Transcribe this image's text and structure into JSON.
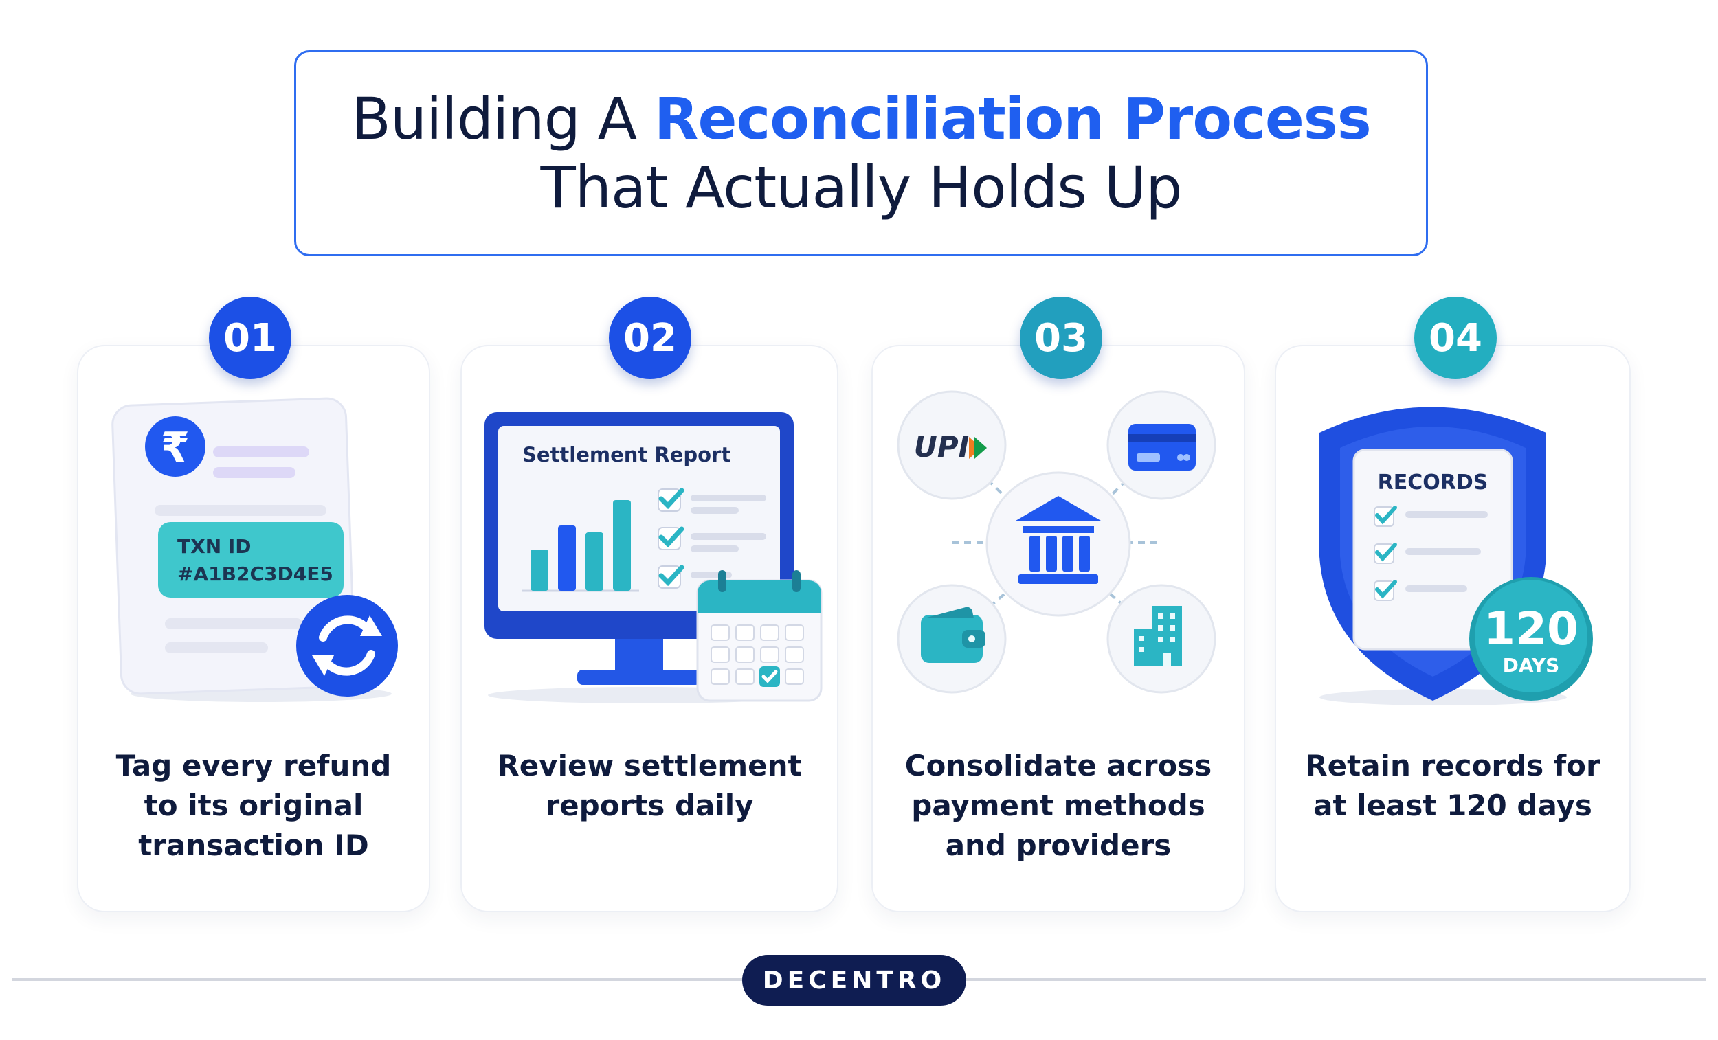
{
  "title": {
    "line1_prefix": "Building A ",
    "line1_accent": "Reconciliation Process",
    "line2": "That Actually Holds Up"
  },
  "steps": [
    {
      "number": "01",
      "caption_lines": [
        "Tag every refund",
        "to its original",
        "transaction ID"
      ],
      "illustration": {
        "currency_symbol": "₹",
        "txn_label": "TXN ID",
        "txn_value": "#A1B2C3D4E5",
        "icons": [
          "rupee-icon",
          "refresh-icon",
          "document-icon"
        ]
      }
    },
    {
      "number": "02",
      "caption_lines": [
        "Review settlement",
        "reports daily"
      ],
      "illustration": {
        "screen_title": "Settlement Report",
        "icons": [
          "monitor-icon",
          "bar-chart-icon",
          "checklist-icon",
          "calendar-icon"
        ]
      }
    },
    {
      "number": "03",
      "caption_lines": [
        "Consolidate across",
        "payment methods",
        "and providers"
      ],
      "illustration": {
        "upi_label": "UPI",
        "icons": [
          "bank-icon",
          "upi-logo",
          "card-icon",
          "wallet-icon",
          "building-icon"
        ]
      }
    },
    {
      "number": "04",
      "caption_lines": [
        "Retain records for",
        "at least 120 days"
      ],
      "illustration": {
        "records_label": "RECORDS",
        "days_number": "120",
        "days_label": "DAYS",
        "icons": [
          "shield-icon",
          "checklist-icon",
          "days-coin-icon"
        ]
      }
    }
  ],
  "footer": {
    "brand": "DECENTRO"
  },
  "colors": {
    "navy": "#0f1b3d",
    "blue": "#1f5ff0",
    "teal": "#2bb5c4",
    "footer_bg": "#0f1d52"
  }
}
